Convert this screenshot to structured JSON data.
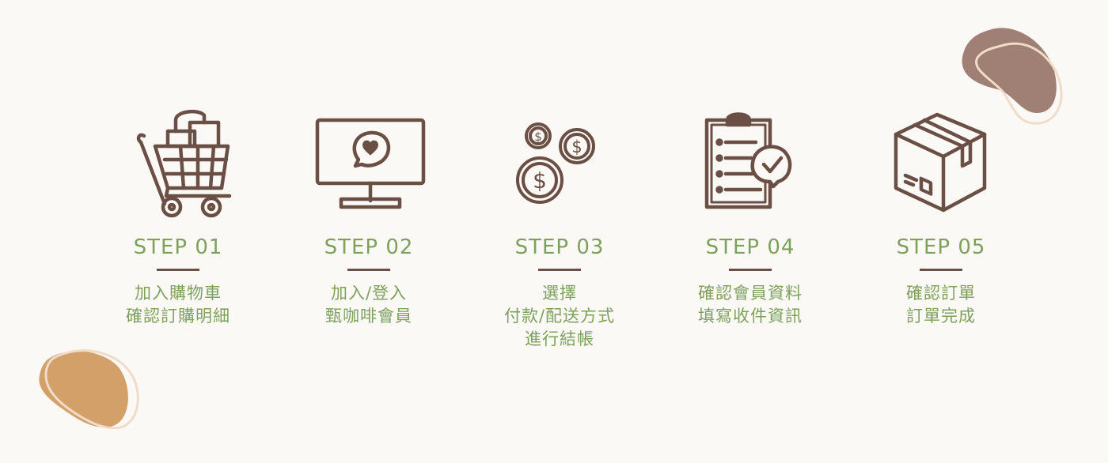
{
  "colors": {
    "background": "#fbf9f6",
    "icon_stroke": "#6b4f45",
    "step_title": "#7da05b",
    "description": "#7da05b",
    "divider": "#6b4f45",
    "blob_brown": "#a07f74",
    "blob_tan": "#d4a06a",
    "blob_outline": "#f0dcc8"
  },
  "steps": [
    {
      "icon": "shopping-cart-icon",
      "title": "STEP 01",
      "lines": [
        "加入購物車",
        "確認訂購明細"
      ]
    },
    {
      "icon": "monitor-heart-icon",
      "title": "STEP 02",
      "lines": [
        "加入/登入",
        "甄咖啡會員"
      ]
    },
    {
      "icon": "coins-icon",
      "title": "STEP 03",
      "lines": [
        "選擇",
        "付款/配送方式",
        "進行結帳"
      ]
    },
    {
      "icon": "clipboard-check-icon",
      "title": "STEP 04",
      "lines": [
        "確認會員資料",
        "填寫收件資訊"
      ]
    },
    {
      "icon": "package-box-icon",
      "title": "STEP 05",
      "lines": [
        "確認訂單",
        "訂單完成"
      ]
    }
  ]
}
